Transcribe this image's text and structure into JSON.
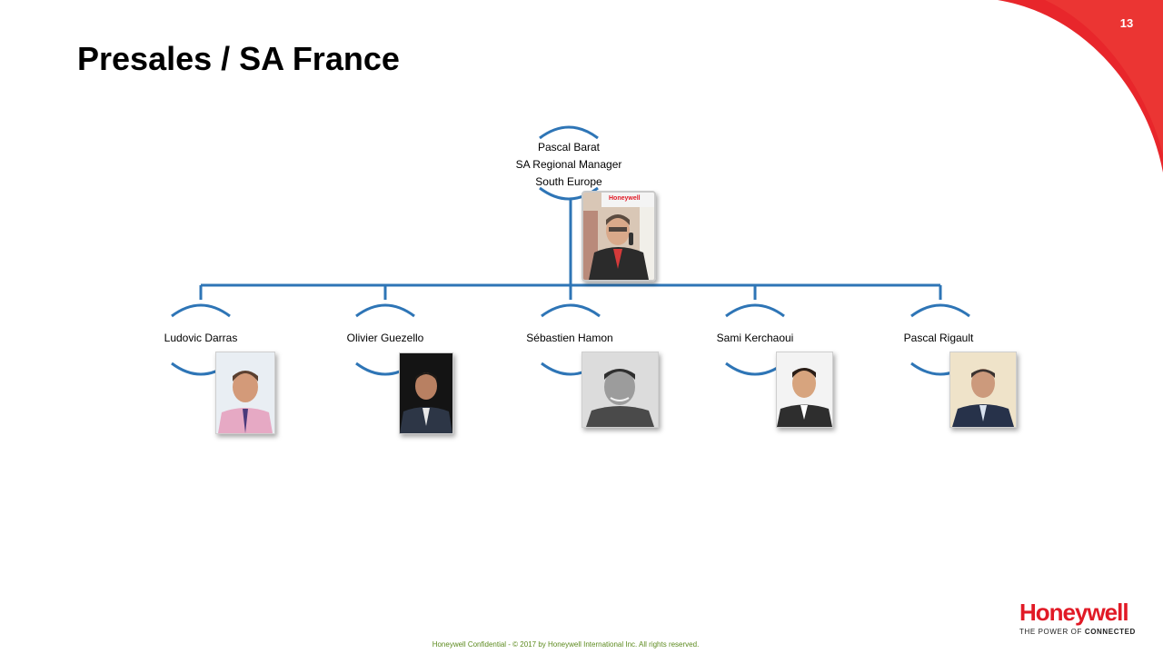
{
  "slide": {
    "title": "Presales / SA France",
    "page_number": "13",
    "footer": "Honeywell Confidential - © 2017 by Honeywell International Inc. All rights reserved."
  },
  "logo": {
    "word": "Honeywell",
    "tagline_prefix": "THE POWER OF ",
    "tagline_bold": "CONNECTED",
    "photo_badge": "Honeywell"
  },
  "manager": {
    "name": "Pascal Barat",
    "title": "SA Regional  Manager",
    "region": "South Europe"
  },
  "reports": [
    {
      "name": "Ludovic  Darras"
    },
    {
      "name": "Olivier  Guezello"
    },
    {
      "name": "Sébastien  Hamon"
    },
    {
      "name": "Sami  Kerchaoui"
    },
    {
      "name": "Pascal Rigault"
    }
  ],
  "colors": {
    "connector": "#2e75b6",
    "accent_red": "#e11a26",
    "footer_green": "#5c8a1e"
  }
}
